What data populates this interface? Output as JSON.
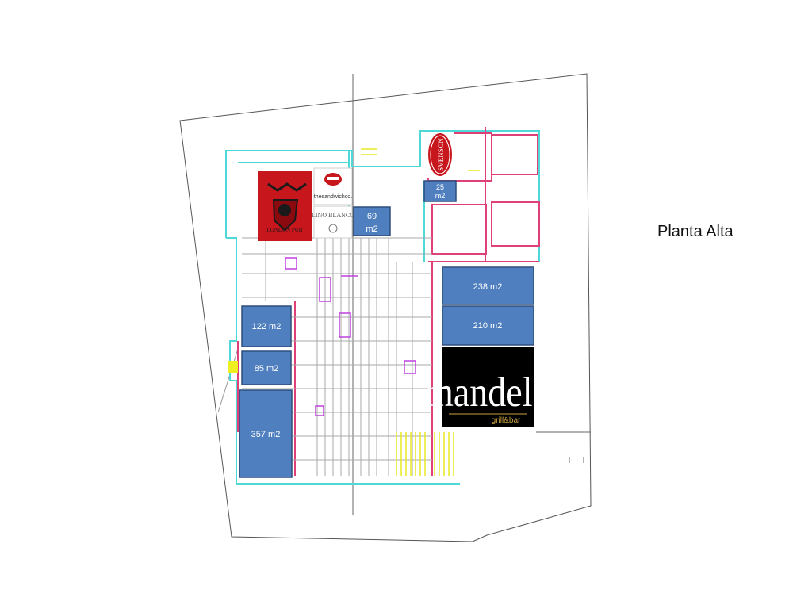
{
  "page": {
    "title": "Planta Alta"
  },
  "units": {
    "u25": {
      "area": "25",
      "unit": "m2"
    },
    "u69": {
      "area": "69",
      "unit": "m2"
    },
    "u238": {
      "label": "238 m2"
    },
    "u210": {
      "label": "210 m2"
    },
    "u122": {
      "label": "122 m2"
    },
    "u85": {
      "label": "85 m2"
    },
    "u357": {
      "label": "357 m2"
    }
  },
  "tenants": {
    "london_pub": {
      "name": "LONDON PUB"
    },
    "sandwich": {
      "name": "thesandwichco."
    },
    "lino_blanco": {
      "name": "LINO BLANCO"
    },
    "svenson": {
      "name": "SVENSON"
    },
    "mandela": {
      "name": "mandela",
      "tagline": "grill&bar"
    }
  },
  "colors": {
    "unit_fill": "#4f7fbf",
    "unit_stroke": "#2f4f7f",
    "wall_cyan": "#4fd8d8",
    "wall_pink": "#e0407a",
    "stairs_yellow": "#f0f020",
    "london_red": "#c8161d",
    "mandela_bg": "#000000",
    "mandela_gold": "#c8a040"
  }
}
